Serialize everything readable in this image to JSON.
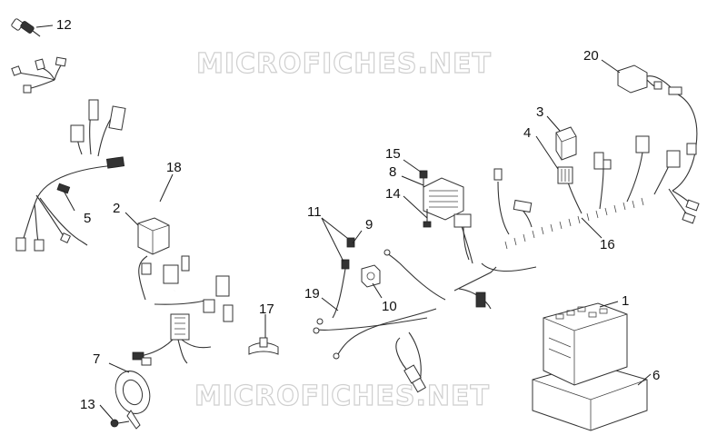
{
  "watermarks": [
    "MICROFICHES.NET",
    "MICROFICHES.NET"
  ],
  "callouts": [
    {
      "id": "c1",
      "label": "1"
    },
    {
      "id": "c2",
      "label": "2"
    },
    {
      "id": "c3",
      "label": "3"
    },
    {
      "id": "c4",
      "label": "4"
    },
    {
      "id": "c5",
      "label": "5"
    },
    {
      "id": "c6",
      "label": "6"
    },
    {
      "id": "c7",
      "label": "7"
    },
    {
      "id": "c8",
      "label": "8"
    },
    {
      "id": "c9",
      "label": "9"
    },
    {
      "id": "c10",
      "label": "10"
    },
    {
      "id": "c11",
      "label": "11"
    },
    {
      "id": "c12",
      "label": "12"
    },
    {
      "id": "c13",
      "label": "13"
    },
    {
      "id": "c14",
      "label": "14"
    },
    {
      "id": "c15",
      "label": "15"
    },
    {
      "id": "c16",
      "label": "16"
    },
    {
      "id": "c17",
      "label": "17"
    },
    {
      "id": "c18",
      "label": "18"
    },
    {
      "id": "c19",
      "label": "19"
    },
    {
      "id": "c20",
      "label": "20"
    }
  ]
}
